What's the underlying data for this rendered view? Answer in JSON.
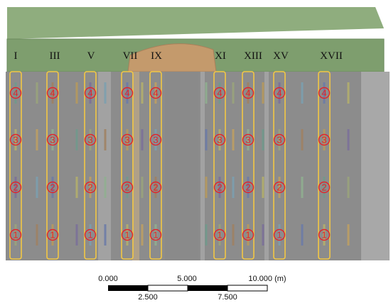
{
  "axes": [
    "I",
    "III",
    "V",
    "VII",
    "IX",
    "XI",
    "XIII",
    "XV",
    "XVII"
  ],
  "positions": [
    "4",
    "3",
    "2",
    "1"
  ],
  "scale_bar": {
    "top_labels": [
      "0.000",
      "5.000",
      "10.000 (m)"
    ],
    "bottom_labels": [
      "2.500",
      "7.500"
    ]
  },
  "colors": {
    "roof": "#8aa878",
    "roof_front": "#7e9e6e",
    "wall": "#8c8c8c",
    "dome": "#c49a6c",
    "highlight_box": "#f2c744",
    "marker": "#e2242c"
  }
}
